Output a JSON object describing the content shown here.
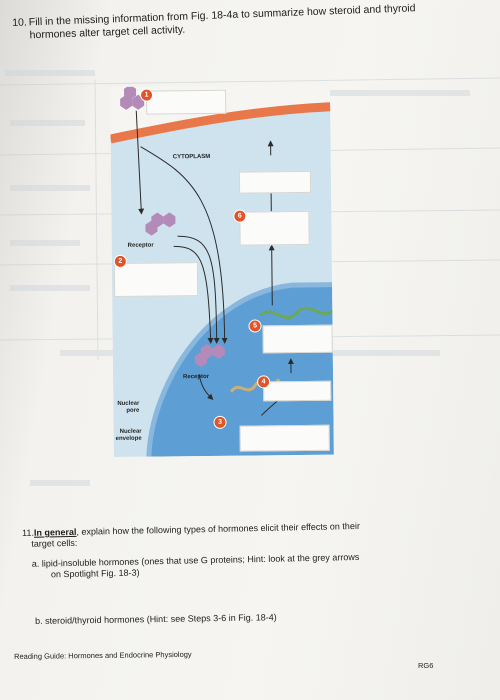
{
  "question10": {
    "number": "10.",
    "text_line1": "Fill in the missing information from Fig. 18-4a to summarize how steroid and thyroid",
    "text_line2": "hormones alter target cell activity."
  },
  "figure": {
    "cytoplasm_label": "CYTOPLASM",
    "receptor_label_1": "Receptor",
    "receptor_label_2": "Receptor",
    "nuclear_pore_label_1": "Nuclear",
    "nuclear_pore_label_2": "pore",
    "nuclear_envelope_label_1": "Nuclear",
    "nuclear_envelope_label_2": "envelope",
    "steps": [
      "1",
      "2",
      "3",
      "4",
      "5",
      "6"
    ],
    "colors": {
      "membrane": "#e8784a",
      "nucleus": "#5d9fd4",
      "cytoplasm": "#c9e2ef",
      "hormone": "#b48ab8",
      "mrna": "#6aa85c",
      "step_badge": "#e0542a"
    }
  },
  "question11": {
    "number": "11.",
    "lead_underlined": "In general",
    "lead_rest": ", explain how the following types of hormones elicit their effects on their",
    "lead_line2": "target cells:",
    "a_label": "a.",
    "a_text_line1": "lipid-insoluble hormones (ones that use G proteins; Hint: look at the grey arrows",
    "a_text_line2": "on Spotlight Fig. 18-3)",
    "b_label": "b.",
    "b_text": "steroid/thyroid hormones (Hint: see Steps 3-6 in Fig. 18-4)"
  },
  "footer": {
    "guide_title": "Reading Guide: Hormones and Endocrine Physiology",
    "page_code": "RG6"
  }
}
